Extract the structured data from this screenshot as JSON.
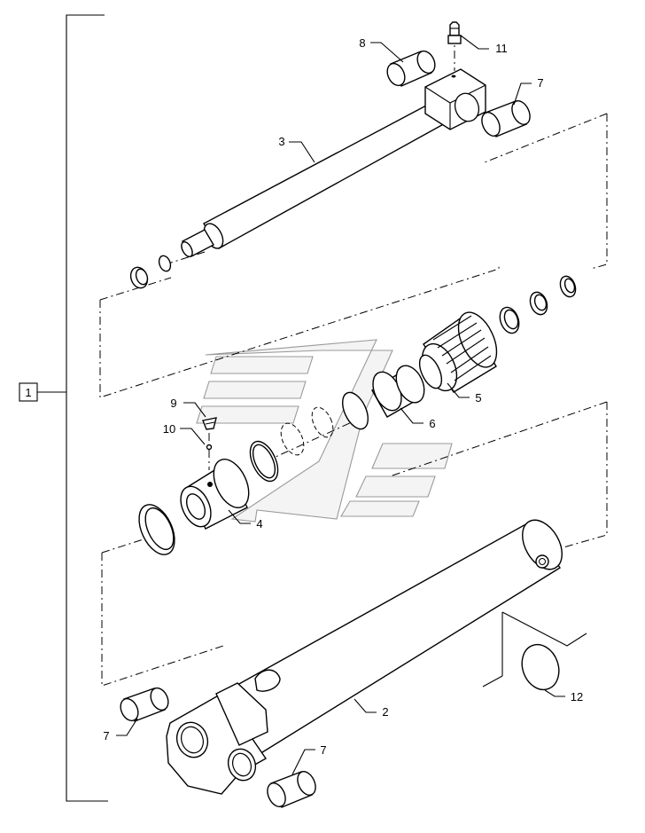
{
  "diagram": {
    "type": "exploded-parts-view",
    "assembly_label": "1",
    "callouts": [
      {
        "id": "c1",
        "label": "1"
      },
      {
        "id": "c2",
        "label": "2"
      },
      {
        "id": "c3",
        "label": "3"
      },
      {
        "id": "c4",
        "label": "4"
      },
      {
        "id": "c5",
        "label": "5"
      },
      {
        "id": "c6",
        "label": "6"
      },
      {
        "id": "c7a",
        "label": "7"
      },
      {
        "id": "c7b",
        "label": "7"
      },
      {
        "id": "c7c",
        "label": "7"
      },
      {
        "id": "c8",
        "label": "8"
      },
      {
        "id": "c9",
        "label": "9"
      },
      {
        "id": "c10",
        "label": "10"
      },
      {
        "id": "c11",
        "label": "11"
      },
      {
        "id": "c12",
        "label": "12"
      }
    ]
  }
}
